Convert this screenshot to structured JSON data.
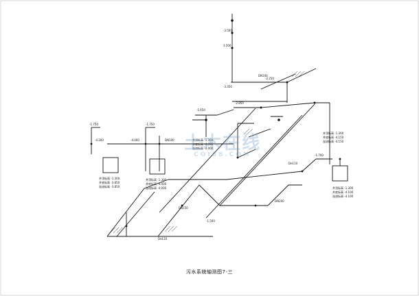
{
  "drawing": {
    "caption": "污水系统轴测图7-三",
    "watermark_main": "土木在线",
    "watermark_sub": "COI88.COM"
  },
  "labels": {
    "riser_top_1": "-3.500",
    "riser_top_2": "3.500",
    "top_level": "-3.350",
    "level_a": "-2.850",
    "level_b": "-2.250",
    "level_c": "-1.750",
    "level_d": "-4.200",
    "level_e": "-4.000",
    "level_f": "-1.650",
    "level_g": "-1.700",
    "level_h": "-1.500",
    "dn_100": "DN100",
    "dn_150": "DN150",
    "dn_200": "DN200",
    "de_110": "De110",
    "pit_1_line1": "井顶标高 -1.300",
    "pit_1_line2": "井底标高 -3.850",
    "pit_1_line3": "溢流标高 -3.850",
    "pit_2_line1": "井顶标高 -1.300",
    "pit_2_line2": "井底标高 -4.000",
    "pit_2_line3": "溢流标高 -4.000",
    "pit_3_line1": "井顶标高 -1.300",
    "pit_3_line2": "井底标高 -4.000",
    "pit_3_line3": "溢流标高 -4.000",
    "pit_4_line1": "井顶标高 -1.300",
    "pit_4_line2": "井底标高 -4.100",
    "pit_4_line3": "溢流标高 -4.100",
    "pit_5_line1": "井顶标高 -1.300",
    "pit_5_line2": "井底标高 -4.150",
    "pit_5_line3": "溢流标高 -4.150"
  }
}
